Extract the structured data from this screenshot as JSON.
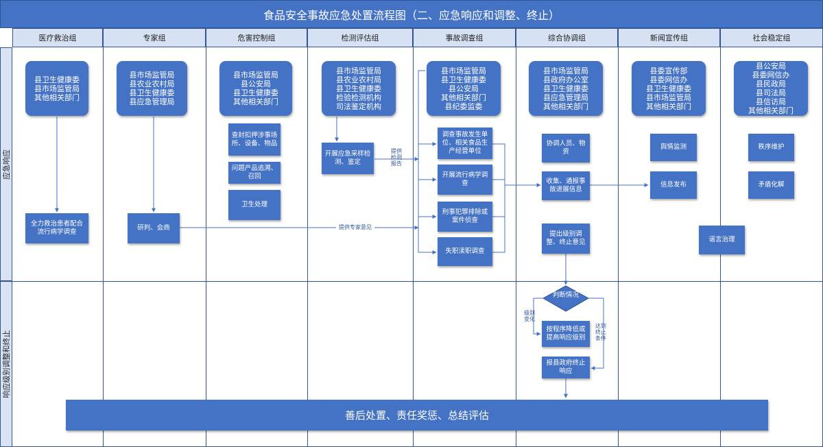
{
  "title": "食品安全事故应急处置流程图（二、应急响应和调整、终止）",
  "columns": [
    "医疗救治组",
    "专家组",
    "危害控制组",
    "检测评估组",
    "事故调查组",
    "综合协调组",
    "新闻宣传组",
    "社会稳定组"
  ],
  "rows": [
    "应急响应",
    "响应级别调整和终止"
  ],
  "orgs": {
    "medical": [
      "县卫生健康委",
      "县市场监管局",
      "其他相关部门"
    ],
    "expert": [
      "县市场监管局",
      "县农业农村局",
      "县卫生健康委",
      "县应急管理局"
    ],
    "hazard": [
      "县市场监管局",
      "县公安局",
      "县卫生健康委",
      "其他相关部门"
    ],
    "testing": [
      "县市场监管局",
      "县农业农村局",
      "县卫生健康委",
      "检验检测机构",
      "司法鉴定机构"
    ],
    "investigation": [
      "县市场监管局",
      "县卫生健康委",
      "县公安局",
      "其他相关部门",
      "县纪委监委"
    ],
    "coordination": [
      "县市场监管局",
      "县政府办公室",
      "县卫生健康委",
      "县应急管理局",
      "其他相关部门"
    ],
    "news": [
      "县委宣传部",
      "县委网信办",
      "县卫生健康委",
      "县市场监管局",
      "其他相关部门"
    ],
    "stability": [
      "县公安局",
      "县委网信办",
      "县民政局",
      "县司法局",
      "县信访局",
      "其他相关部门"
    ]
  },
  "actions": {
    "treat": "全力救治患者配合流行病学调查",
    "consult": "研判、会商",
    "seal": "查封扣押涉事场所、设备、物品",
    "trace": "问题产品追溯、召回",
    "sanitize": "卫生处理",
    "sampling": "开展应急采样检测、鉴定",
    "inv_units": "调查事故发生单位、相关食品生产经营单位",
    "epi": "开展流行病学调查",
    "crime": "刑事犯罪排除或案件侦查",
    "duty": "失职渎职调查",
    "coord_staff": "协调人员、物资",
    "collect": "收集、通报事故进展信息",
    "propose": "提出级别调整、终止意见",
    "judge": "判断情况",
    "adjust": "按程序降低或提高响应级别",
    "report": "报县政府终止响应",
    "opinion": "舆情监测",
    "publish": "信息发布",
    "order": "秩序维护",
    "resolve": "矛盾化解",
    "rumor": "谣言治理",
    "final": "善后处置、责任奖惩、总结评估"
  },
  "notes": {
    "report_test": "提供检测报告",
    "expert_opinion": "提供专家意见",
    "level_change": "级别变化",
    "reach_cond": "达到终止条件"
  },
  "colors": {
    "primary": "#4472c4",
    "header": "#d6e2f3",
    "border": "#2f5597"
  }
}
